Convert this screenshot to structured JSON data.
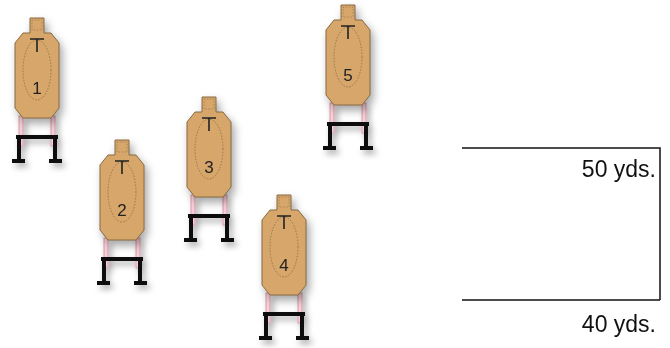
{
  "diagram": {
    "nodes": [
      {
        "text": [
          "1"
        ]
      },
      {
        "text": [
          "2"
        ]
      },
      {
        "text": [
          "3"
        ]
      },
      {
        "text": [
          "4"
        ]
      },
      {
        "text": [
          "5"
        ]
      }
    ],
    "labels": [
      "50 yds.",
      "40 yds."
    ]
  }
}
